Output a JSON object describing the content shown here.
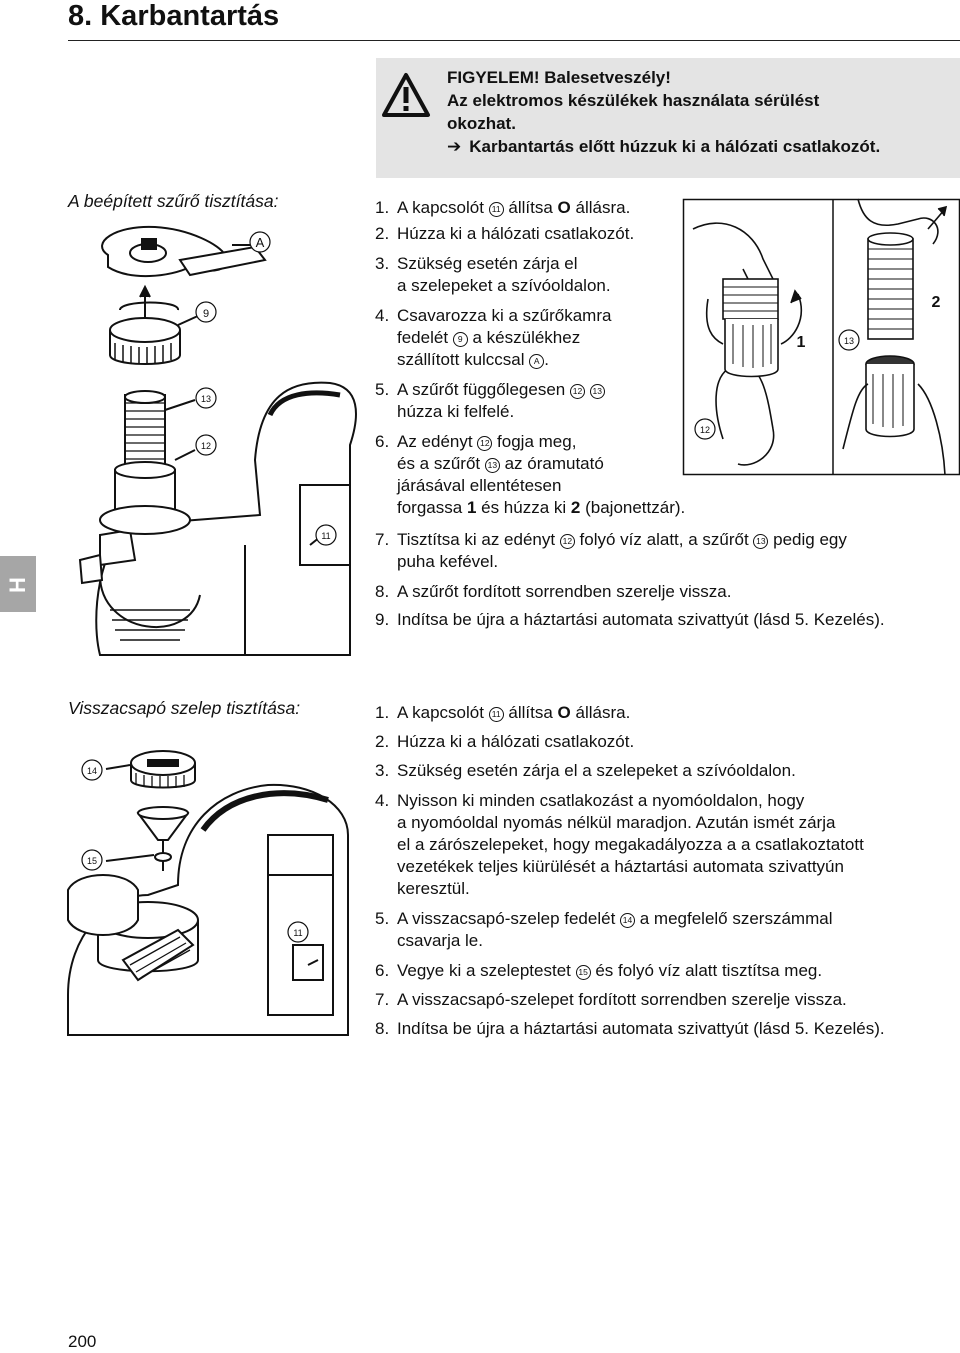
{
  "header": {
    "title": "8. Karbantartás"
  },
  "warning": {
    "line1": "FIGYELEM! Balesetveszély!",
    "line2": "Az elektromos készülékek használata sérülést",
    "line3": "okozhat.",
    "arrow": "➔",
    "line4": "Karbantartás előtt húzzuk ki a hálózati csatlakozót."
  },
  "section1": {
    "title": "A beépített szűrő tisztítása:",
    "steps": {
      "s1": {
        "num": "1.",
        "a": "A kapcsolót ",
        "c1": "⑪",
        "b": " állítsa ",
        "bold": "O",
        "d": " állásra."
      },
      "s2": {
        "num": "2.",
        "text": "Húzza ki a hálózati csatlakozót."
      },
      "s3": {
        "num": "3.",
        "l1": "Szükség esetén zárja el",
        "l2": "a szelepeket a szívóoldalon."
      },
      "s4": {
        "num": "4.",
        "l1": "Csavarozza ki a szűrőkamra",
        "l2a": "fedelét ",
        "c9": "⑨",
        "l2b": " a készülékhez",
        "l3a": "szállított kulccsal ",
        "cA": "Ⓐ",
        "l3b": "."
      },
      "s5": {
        "num": "5.",
        "l1a": "A szűrőt függőlegesen ",
        "c12": "⑫",
        "c13": "⑬",
        "l2": "húzza ki felfelé."
      },
      "s6": {
        "num": "6.",
        "l1a": "Az edényt ",
        "c12": "⑫",
        "l1b": " fogja meg,",
        "l2a": "és a szűrőt ",
        "c13": "⑬",
        "l2b": " az óramutató",
        "l3": "járásával ellentétesen",
        "l4a": "forgassa ",
        "b1": "1",
        "l4b": " és húzza ki ",
        "b2": "2",
        "l4c": " (bajonettzár)."
      },
      "s7": {
        "num": "7.",
        "l1a": "Tisztítsa ki az edényt ",
        "c12": "⑫",
        "l1b": " folyó víz alatt, a szűrőt ",
        "c13": "⑬",
        "l1c": " pedig egy",
        "l2": "puha kefével."
      },
      "s8": {
        "num": "8.",
        "text": "A szűrőt fordított sorrendben szerelje vissza."
      },
      "s9": {
        "num": "9.",
        "text": "Indítsa be újra a háztartási automata szivattyút (lásd 5. Kezelés)."
      }
    }
  },
  "section2": {
    "title": "Visszacsapó szelep tisztítása:",
    "steps": {
      "s1": {
        "num": "1.",
        "a": "A kapcsolót ",
        "c1": "⑪",
        "b": " állítsa ",
        "bold": "O",
        "d": " állásra."
      },
      "s2": {
        "num": "2.",
        "text": "Húzza ki a hálózati csatlakozót."
      },
      "s3": {
        "num": "3.",
        "text": "Szükség esetén zárja el a szelepeket a szívóoldalon."
      },
      "s4": {
        "num": "4.",
        "l1": "Nyisson ki minden csatlakozást a nyomóoldalon, hogy",
        "l2": "a nyomóoldal nyomás nélkül maradjon. Azután ismét zárja",
        "l3": "el a zárószelepeket, hogy megakadályozza a a csatlakoztatott",
        "l4": "vezetékek teljes kiürülését a háztartási automata szivattyún",
        "l5": "keresztül."
      },
      "s5": {
        "num": "5.",
        "l1a": "A visszacsapó-szelep fedelét ",
        "c14": "⑭",
        "l1b": " a megfelelő szerszámmal",
        "l2": "csavarja le."
      },
      "s6": {
        "num": "6.",
        "l1a": "Vegye ki a szeleptestet ",
        "c15": "⑮",
        "l1b": " és folyó víz alatt tisztítsa meg."
      },
      "s7": {
        "num": "7.",
        "text": "A visszacsapó-szelepet fordított sorrendben szerelje vissza."
      },
      "s8": {
        "num": "8.",
        "text": "Indítsa be újra a háztartási automata szivattyút (lásd 5. Kezelés)."
      }
    }
  },
  "illustration_labels": {
    "a": "A",
    "nine": "9",
    "thirteen": "13",
    "twelve": "12",
    "eleven": "11",
    "fourteen": "14",
    "fifteen": "15",
    "one": "1",
    "two": "2"
  },
  "side_tab": {
    "letter": "H"
  },
  "page_number": "200"
}
